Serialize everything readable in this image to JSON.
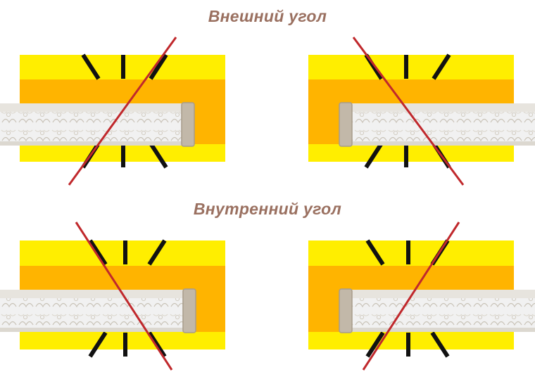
{
  "headings": {
    "outer_corner": "Внешний угол",
    "inner_corner": "Внутренний угол"
  },
  "colors": {
    "heading_text": "#9a7060",
    "miter_box_yellow": "#ffee00",
    "miter_box_channel": "#ffb400",
    "guide_slot": "#111111",
    "cut_line": "#c0282c",
    "molding_face": "#f1f1f1",
    "molding_edge": "#b0a595"
  },
  "diagrams": [
    {
      "group": "outer_corner",
      "molding_side": "left",
      "cut_direction": "bottom-left to top-right"
    },
    {
      "group": "outer_corner",
      "molding_side": "right",
      "cut_direction": "top-left to bottom-right"
    },
    {
      "group": "inner_corner",
      "molding_side": "left",
      "cut_direction": "top-left to bottom-right"
    },
    {
      "group": "inner_corner",
      "molding_side": "right",
      "cut_direction": "bottom-left to top-right"
    }
  ]
}
